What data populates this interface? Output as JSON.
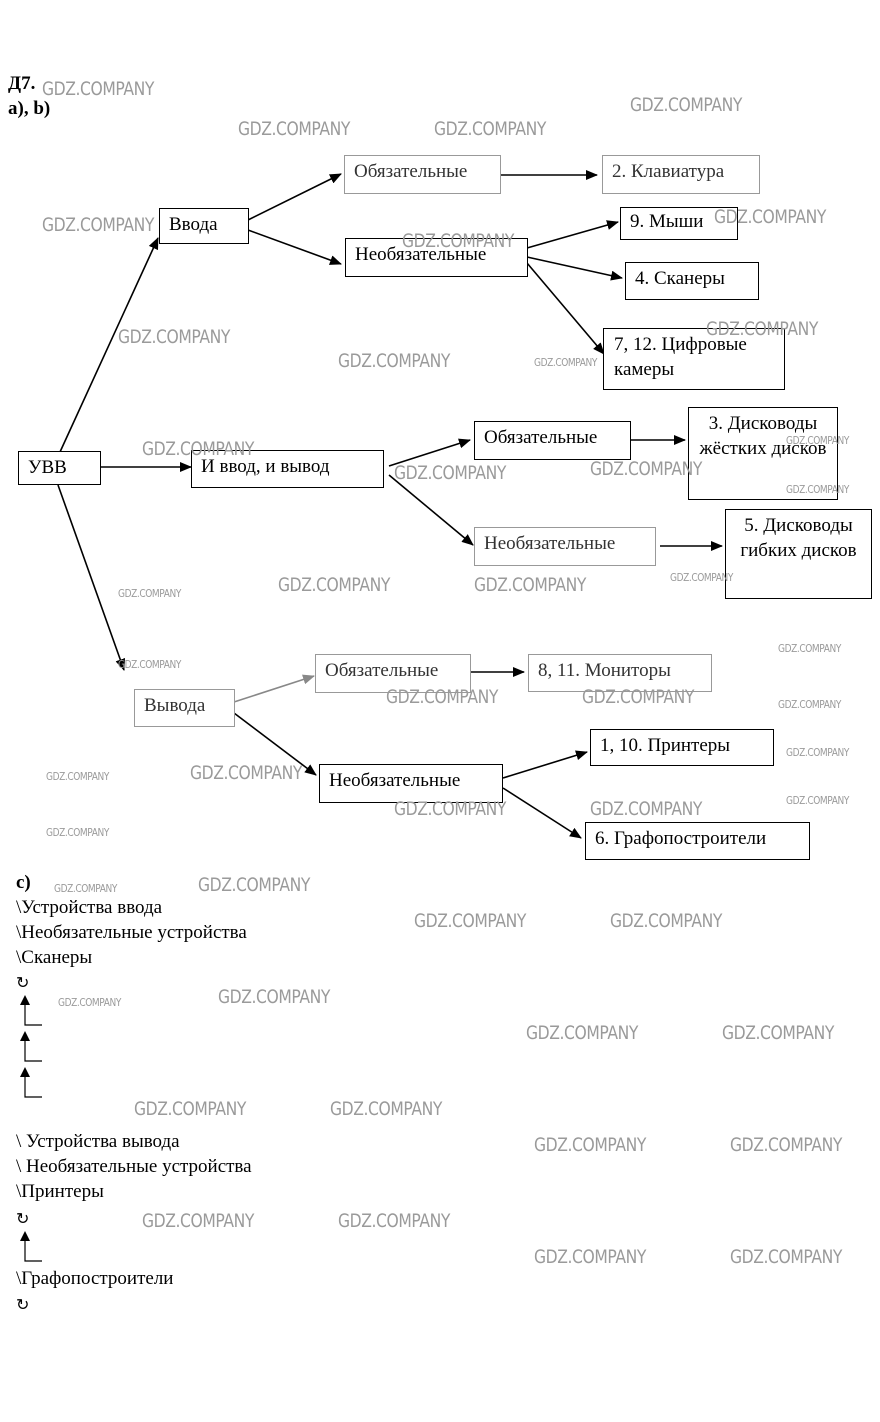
{
  "heading": {
    "task": "Д7.",
    "parts_ab": "а), b)",
    "part_c": "c)"
  },
  "diagram": {
    "root": "УВВ",
    "nodes": {
      "input": "Ввода",
      "io": "И ввод, и вывод",
      "output": "Вывода",
      "input_required": "Обязательные",
      "input_optional": "Необязательные",
      "io_required": "Обязательные",
      "io_optional": "Необязательные",
      "output_required": "Обязательные",
      "output_optional": "Необязательные",
      "keyboard": "2. Клавиатура",
      "mice": "9. Мыши",
      "scanners": "4. Сканеры",
      "cameras": "7, 12. Цифровые камеры",
      "hdd": "3. Дисководы жёстких дисков",
      "fdd": "5. Дисководы гибких дисков",
      "monitors": "8, 11. Мониторы",
      "printers": "1, 10. Принтеры",
      "plotters": "6. Графопостроители"
    }
  },
  "paths": {
    "path1": [
      "\\Устройства ввода",
      "\\Необязательные устройства",
      "\\Сканеры"
    ],
    "path2": [
      "\\ Устройства вывода",
      "\\ Необязательные устройства",
      "\\Принтеры"
    ],
    "path2_next": "\\Графопостроители",
    "refresh_symbol": "↻"
  },
  "watermark": "GDZ.COMPANY"
}
